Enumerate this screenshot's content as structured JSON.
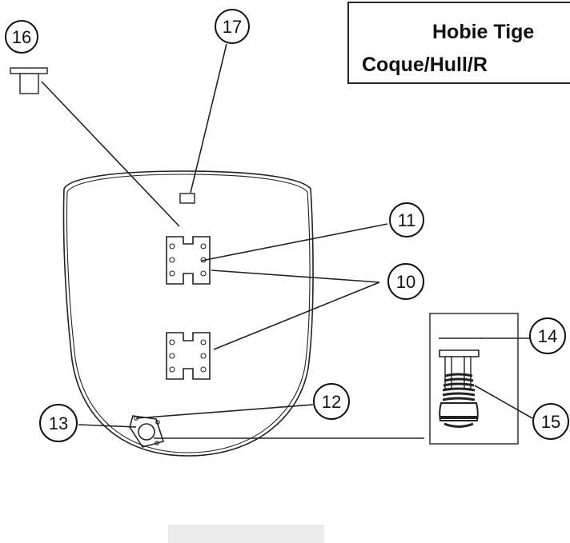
{
  "title": {
    "line1": "Hobie Tige",
    "line2": "Coque/Hull/R"
  },
  "callouts": {
    "c10": "10",
    "c11": "11",
    "c12": "12",
    "c13": "13",
    "c14": "14",
    "c15": "15",
    "c16": "16",
    "c17": "17"
  },
  "footer_bar": {
    "color": "#ececec"
  },
  "colors": {
    "line": "#222222",
    "background": "#ffffff"
  }
}
